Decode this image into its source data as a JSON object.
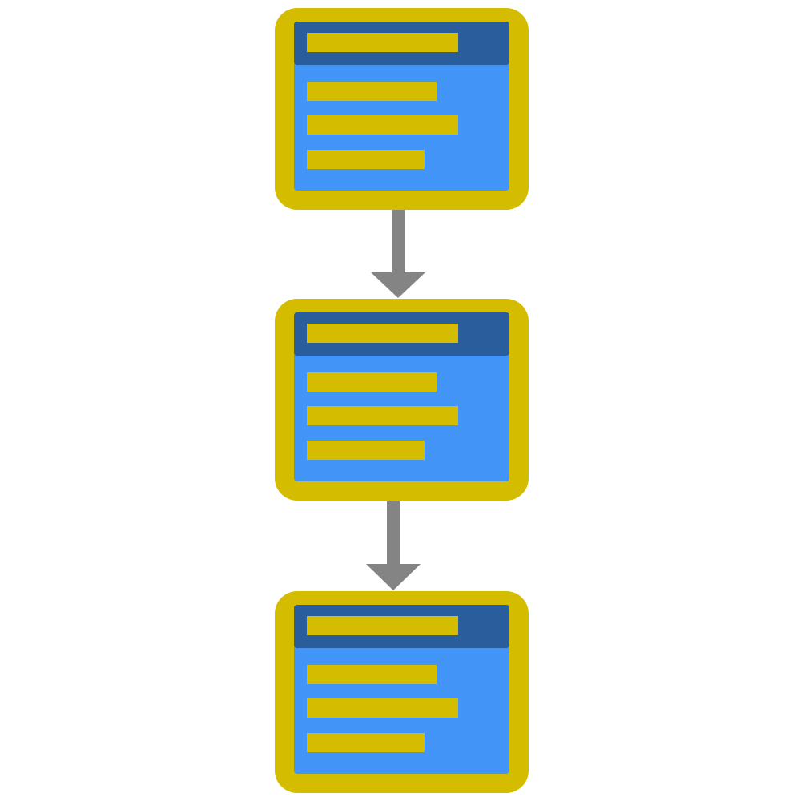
{
  "diagram": {
    "colors": {
      "background": "#ffffff",
      "node_border": "#d4bd00",
      "node_header": "#2a5d9b",
      "node_body": "#4394f7",
      "node_bar": "#d4bd00",
      "arrow": "#848484"
    },
    "node_count": 3,
    "bars_per_node": 3,
    "arrow_count": 2,
    "icons": [
      "class-box-icon",
      "down-arrow-icon"
    ]
  }
}
